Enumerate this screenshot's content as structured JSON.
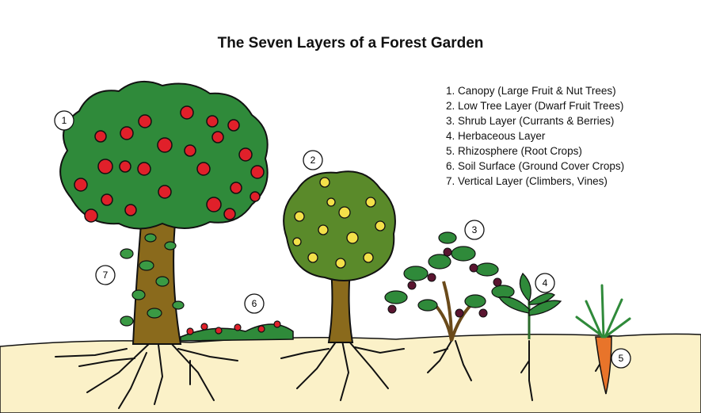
{
  "title": "The Seven Layers of a Forest Garden",
  "legend": [
    "1. Canopy (Large Fruit & Nut Trees)",
    "2. Low Tree Layer (Dwarf Fruit Trees)",
    "3. Shrub Layer (Currants & Berries)",
    "4. Herbaceous Layer",
    "5. Rhizosphere (Root Crops)",
    "6. Soil Surface (Ground Cover Crops)",
    "7. Vertical Layer (Climbers, Vines)"
  ],
  "markers": [
    "1",
    "2",
    "3",
    "4",
    "5",
    "6",
    "7"
  ],
  "colors": {
    "soil": "#fbf1c8",
    "foliage": "#2f8a3a",
    "trunk": "#8a6a1c",
    "apple": "#e0202a",
    "lemon": "#f3e04a",
    "grape": "#5a1530",
    "carrot": "#e8742a",
    "outline": "#111111"
  }
}
